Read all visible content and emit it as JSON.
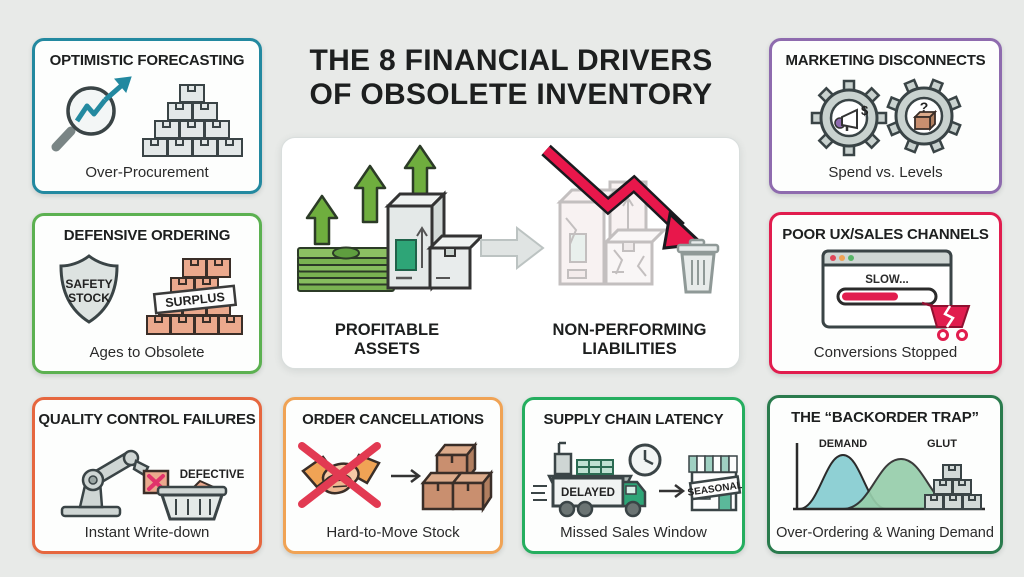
{
  "title": {
    "line1": "THE 8 FINANCIAL DRIVERS",
    "line2": "OF OBSOLETE INVENTORY"
  },
  "palette": {
    "background": "#e8eae8",
    "teal": "#2389a0",
    "green": "#5cb151",
    "vermillion": "#e6673f",
    "orange": "#f0a355",
    "emerald": "#25ae5f",
    "dark_green": "#2a7b4d",
    "purple": "#8e6bae",
    "crimson": "#e11d4e",
    "arrow_green": "#6fae3e",
    "arrow_red": "#e8174b",
    "icon_gray": "#cfd6d4",
    "box_salmon": "#eba98d"
  },
  "center_panel": {
    "left_label_line1": "PROFITABLE",
    "left_label_line2": "ASSETS",
    "right_label_line1": "NON-PERFORMING",
    "right_label_line2": "LIABILITIES"
  },
  "cards": {
    "optimistic": {
      "title": "OPTIMISTIC FORECASTING",
      "caption": "Over-Procurement",
      "accent": "#2389a0"
    },
    "defensive": {
      "title": "DEFENSIVE ORDERING",
      "caption": "Ages to Obsolete",
      "accent": "#5cb151",
      "shield_line1": "SAFETY",
      "shield_line2": "STOCK",
      "banner": "SURPLUS"
    },
    "quality": {
      "title": "QUALITY CONTROL FAILURES",
      "caption": "Instant Write-down",
      "accent": "#e6673f",
      "label": "DEFECTIVE"
    },
    "order": {
      "title": "ORDER CANCELLATIONS",
      "caption": "Hard-to-Move Stock",
      "accent": "#f0a355"
    },
    "supply": {
      "title": "SUPPLY CHAIN LATENCY",
      "caption": "Missed Sales Window",
      "accent": "#25ae5f",
      "truck_label": "DELAYED",
      "store_label": "SEASONAL"
    },
    "backorder": {
      "title": "THE “BACKORDER TRAP”",
      "caption": "Over-Ordering & Waning Demand",
      "accent": "#2a7b4d",
      "curve1_label": "DEMAND",
      "curve2_label": "GLUT"
    },
    "marketing": {
      "title": "MARKETING DISCONNECTS",
      "caption": "Spend vs. Levels",
      "accent": "#8e6bae",
      "gear1_symbol": "$",
      "gear2_symbol": "?"
    },
    "poorux": {
      "title": "POOR UX/SALES CHANNELS",
      "caption": "Conversions Stopped",
      "accent": "#e11d4e",
      "browser_label": "SLOW..."
    }
  }
}
